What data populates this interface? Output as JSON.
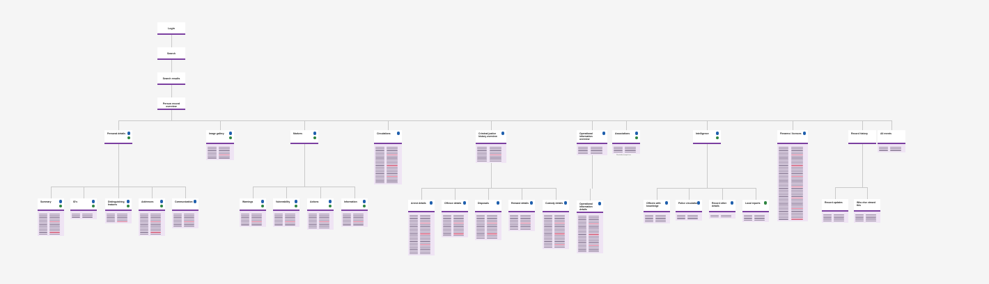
{
  "colors": {
    "accent": "#7b3fa0",
    "badge_blue": "#1f5fad",
    "badge_green": "#2e8540",
    "connector": "#c9c9c9",
    "table_bg": "#efe4f4"
  },
  "flow": [
    "Login",
    "Search",
    "Search results",
    "Person record\noverview"
  ],
  "sections": [
    {
      "label": "Personal details",
      "badges": [
        "blue",
        "green"
      ],
      "table": false,
      "children": [
        {
          "label": "Summary",
          "badges": [
            "blue",
            "green"
          ],
          "rows": 14
        },
        {
          "label": "ID's",
          "badges": [
            "blue",
            "green"
          ],
          "rows": 3
        },
        {
          "label": "Distinguishing\nfeatures",
          "badges": [
            "blue",
            "green"
          ],
          "rows": 6
        },
        {
          "label": "Addresses",
          "badges": [
            "blue",
            "green"
          ],
          "rows": 14
        },
        {
          "label": "Communication",
          "badges": [
            "blue"
          ],
          "rows": 9
        }
      ]
    },
    {
      "label": "Image gallery",
      "badges": [
        "blue",
        "green"
      ],
      "table": true,
      "rows": 8
    },
    {
      "label": "Markers",
      "badges": [
        "blue",
        "green"
      ],
      "table": false,
      "children": [
        {
          "label": "Warnings",
          "badges": [
            "blue",
            "green"
          ],
          "rows": 8
        },
        {
          "label": "Vulnerability",
          "badges": [
            "blue",
            "green"
          ],
          "rows": 8
        },
        {
          "label": "Actions",
          "badges": [
            "blue",
            "green"
          ],
          "rows": 10
        },
        {
          "label": "Information",
          "badges": [
            "blue",
            "green"
          ],
          "rows": 8
        }
      ]
    },
    {
      "label": "Circulations",
      "badges": [
        "blue"
      ],
      "table": true,
      "rows": 24
    },
    {
      "label": "Criminal justice\nhistory overview",
      "badges": [
        "blue"
      ],
      "table": true,
      "rows": 10,
      "children": [
        {
          "label": "Arrest details",
          "badges": [
            "blue"
          ],
          "rows": 26
        },
        {
          "label": "Offence details",
          "badges": [
            "blue"
          ],
          "rows": 14
        },
        {
          "label": "Disposals",
          "badges": [
            "blue"
          ],
          "rows": 16
        },
        {
          "label": "Remand details",
          "badges": [
            "blue"
          ],
          "rows": 10
        },
        {
          "label": "Custody details",
          "badges": [
            "blue"
          ],
          "rows": 22
        }
      ]
    },
    {
      "label": "Operational\ninformation\noverview",
      "badges": [
        "blue"
      ],
      "table": true,
      "rows": 5,
      "children": [
        {
          "label": "Operational\ninformation\ndetails",
          "badges": [
            "blue"
          ],
          "rows": 24
        }
      ]
    },
    {
      "label": "Associations",
      "badges": [
        "blue",
        "green"
      ],
      "table": true,
      "rows": 4,
      "note": "Placeholder:example here"
    },
    {
      "label": "Intelligence",
      "badges": [
        "blue",
        "green"
      ],
      "table": false,
      "children": [
        {
          "label": "Officers with\nknowledge",
          "badges": [
            "blue"
          ],
          "rows": 5
        },
        {
          "label": "Police circulations",
          "badges": [
            "blue"
          ],
          "rows": 3
        },
        {
          "label": "Record other\ndetails",
          "badges": [
            "blue"
          ],
          "rows": 2
        },
        {
          "label": "Local reports",
          "badges": [
            "green"
          ],
          "rows": 4
        }
      ]
    },
    {
      "label": "Firearms / licences",
      "badges": [
        "blue"
      ],
      "table": true,
      "rows": 48
    },
    {
      "label": "Record history",
      "badges": [],
      "table": false,
      "children": [
        {
          "label": "Record updates",
          "badges": [],
          "rows": 5
        },
        {
          "label": "Who else viewed this",
          "badges": [],
          "rows": 5
        }
      ]
    },
    {
      "label": "All events",
      "badges": [],
      "table": true,
      "rows": 3
    }
  ]
}
